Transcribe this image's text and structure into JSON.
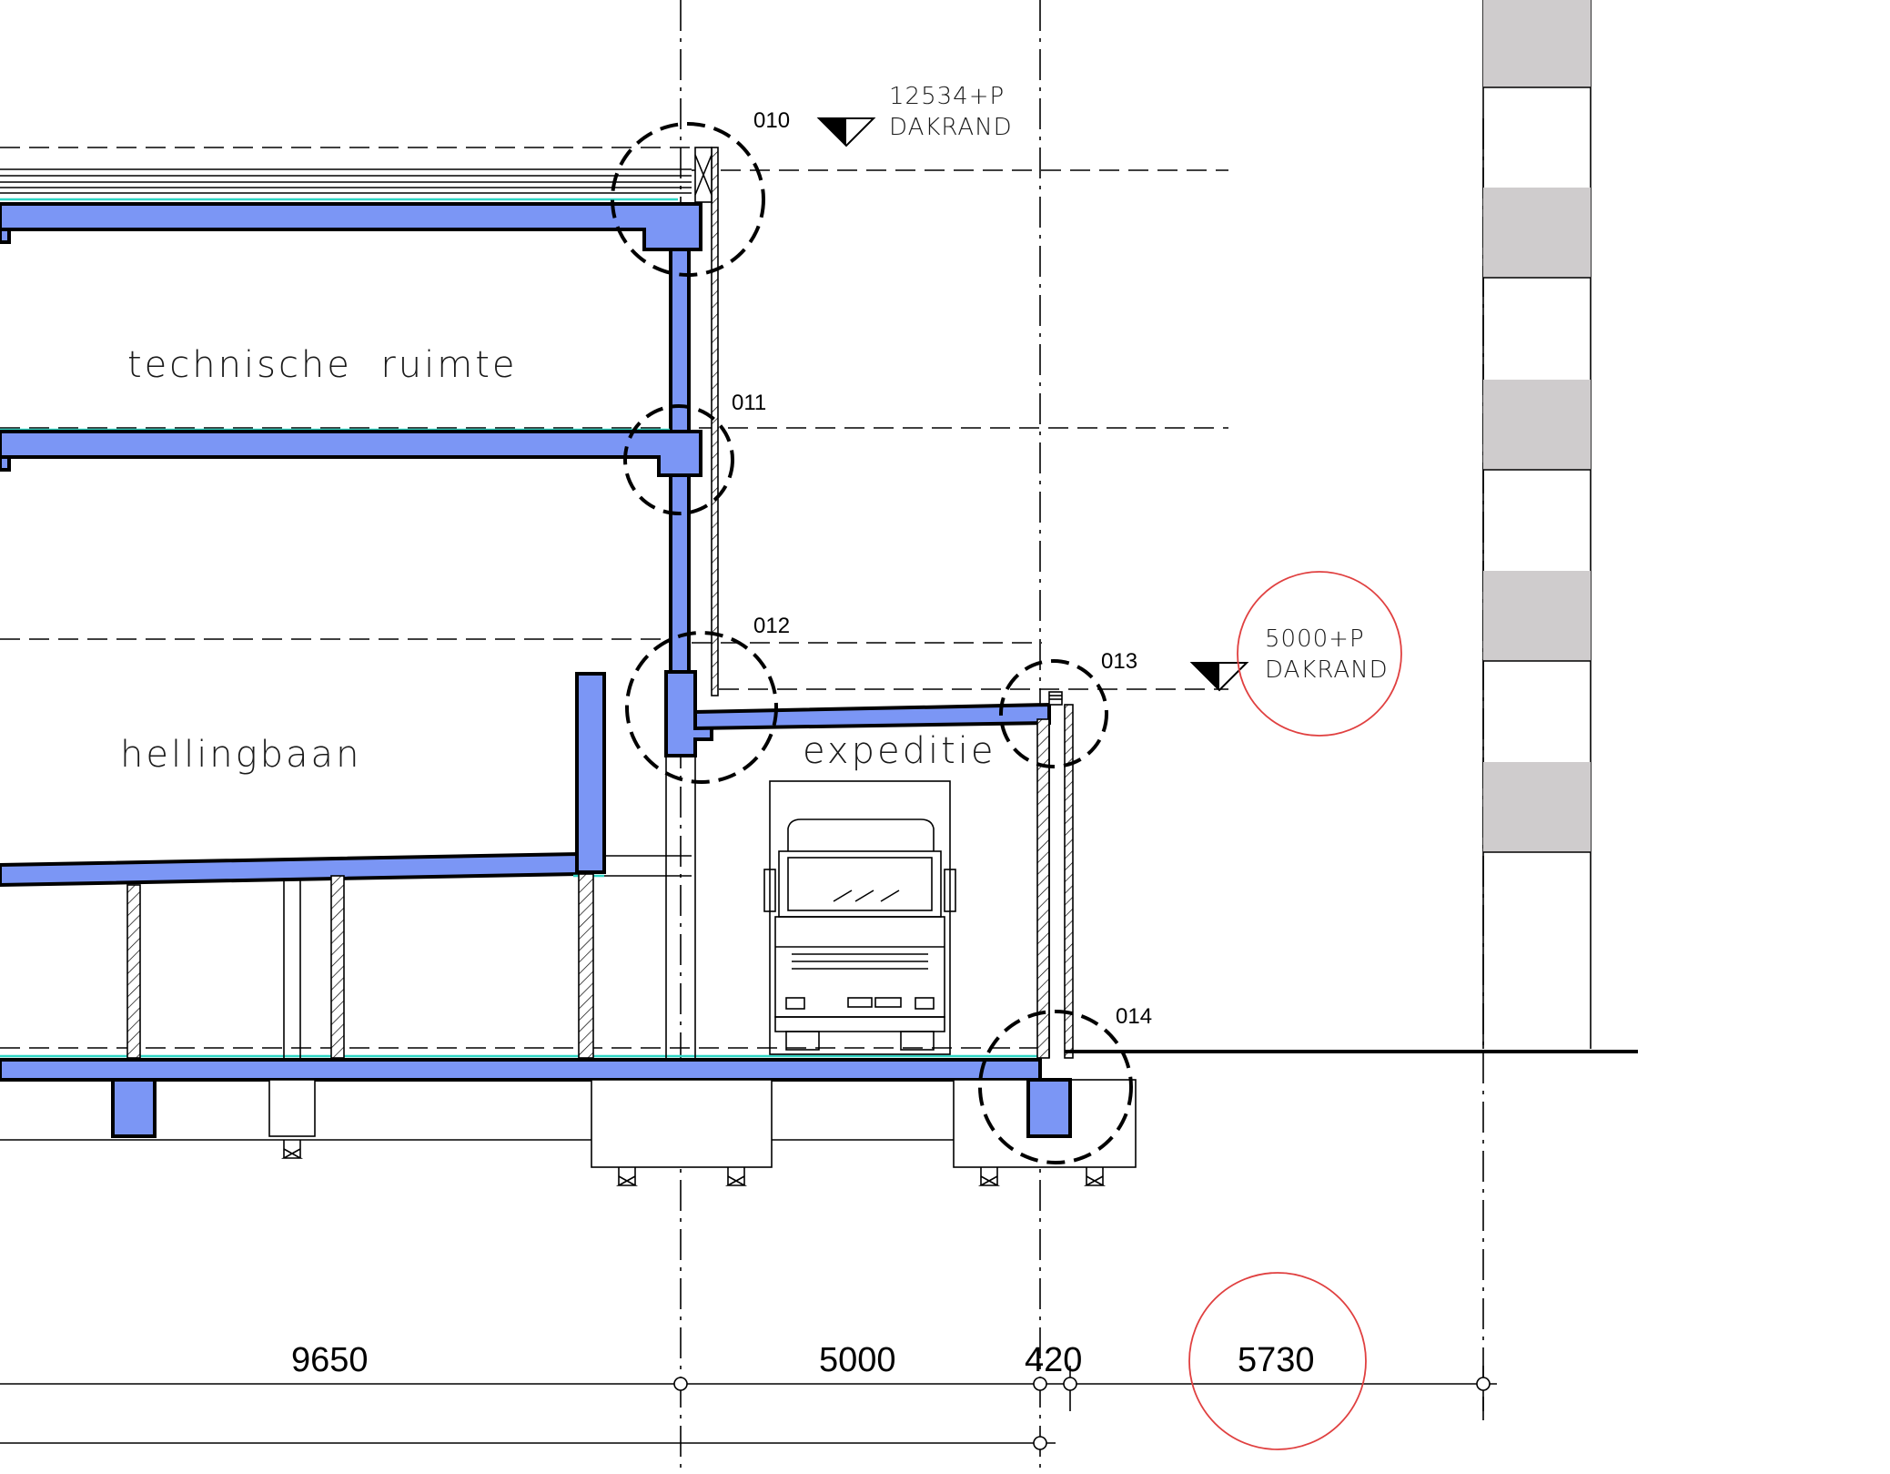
{
  "rooms": {
    "technical": "technische  ruimte",
    "ramp": "hellingbaan",
    "dispatch": "expeditie"
  },
  "details": [
    "010",
    "011",
    "012",
    "013",
    "014"
  ],
  "levels": {
    "roof_high": {
      "value": "12534+P",
      "name": "DAKRAND"
    },
    "roof_low": {
      "value": "5000+P",
      "name": "DAKRAND"
    }
  },
  "dimensions": [
    "9650",
    "5000",
    "420",
    "5730"
  ],
  "colors": {
    "concrete": "#7b96f5",
    "markup": "#e04040",
    "finish_line": "#2fd5c4",
    "facade_panel": "#cfcccd"
  },
  "icons": {
    "level_marker": "triangle-level-marker-icon",
    "vehicle": "truck-front-icon"
  }
}
